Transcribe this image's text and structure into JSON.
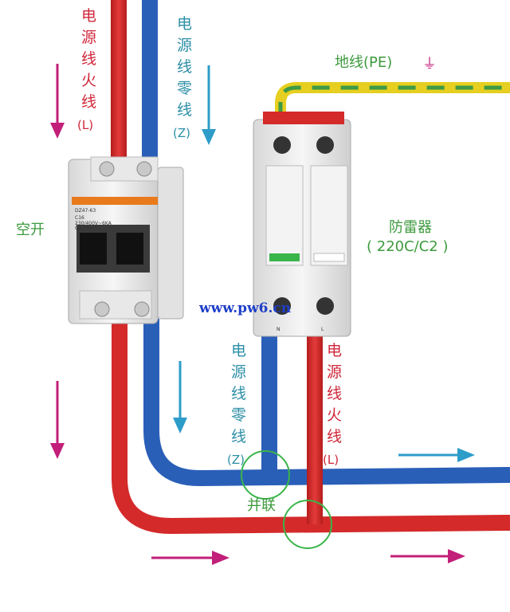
{
  "labels": {
    "live_in": [
      "电",
      "源",
      "线",
      "火",
      "线",
      "(L)"
    ],
    "neutral_in": [
      "电",
      "源",
      "线",
      "零",
      "线",
      "(Z)"
    ],
    "earth": "地线(PE)",
    "earth_symbol": "⏚",
    "breaker": "空开",
    "spd_title": "防雷器",
    "spd_model": "( 220C/C2 )",
    "watermark": "www.pw6.cn",
    "neutral_out": [
      "电",
      "源",
      "线",
      "零",
      "线",
      "(Z)"
    ],
    "live_out": [
      "电",
      "源",
      "线",
      "火",
      "线",
      "(L)"
    ],
    "parallel": "并联"
  },
  "breaker": {
    "model": "DZ47-63",
    "rating": "C16",
    "spec1": "230/400V~6KA",
    "spec2": "GB10963.1"
  },
  "spd": {
    "terminal_n": "N",
    "terminal_l": "L"
  },
  "colors": {
    "live": "#d42a2a",
    "neutral": "#2a5fb8",
    "earth_yellow": "#e6cf20",
    "earth_green": "#3e9a45",
    "arrow_magenta": "#c21f7a",
    "arrow_cyan": "#2d9cc9",
    "label_red": "#d0263a",
    "label_teal": "#2c8fa6",
    "label_green": "#3d9a3d",
    "watermark": "#1e3fc9",
    "circle": "#3ab54a"
  }
}
